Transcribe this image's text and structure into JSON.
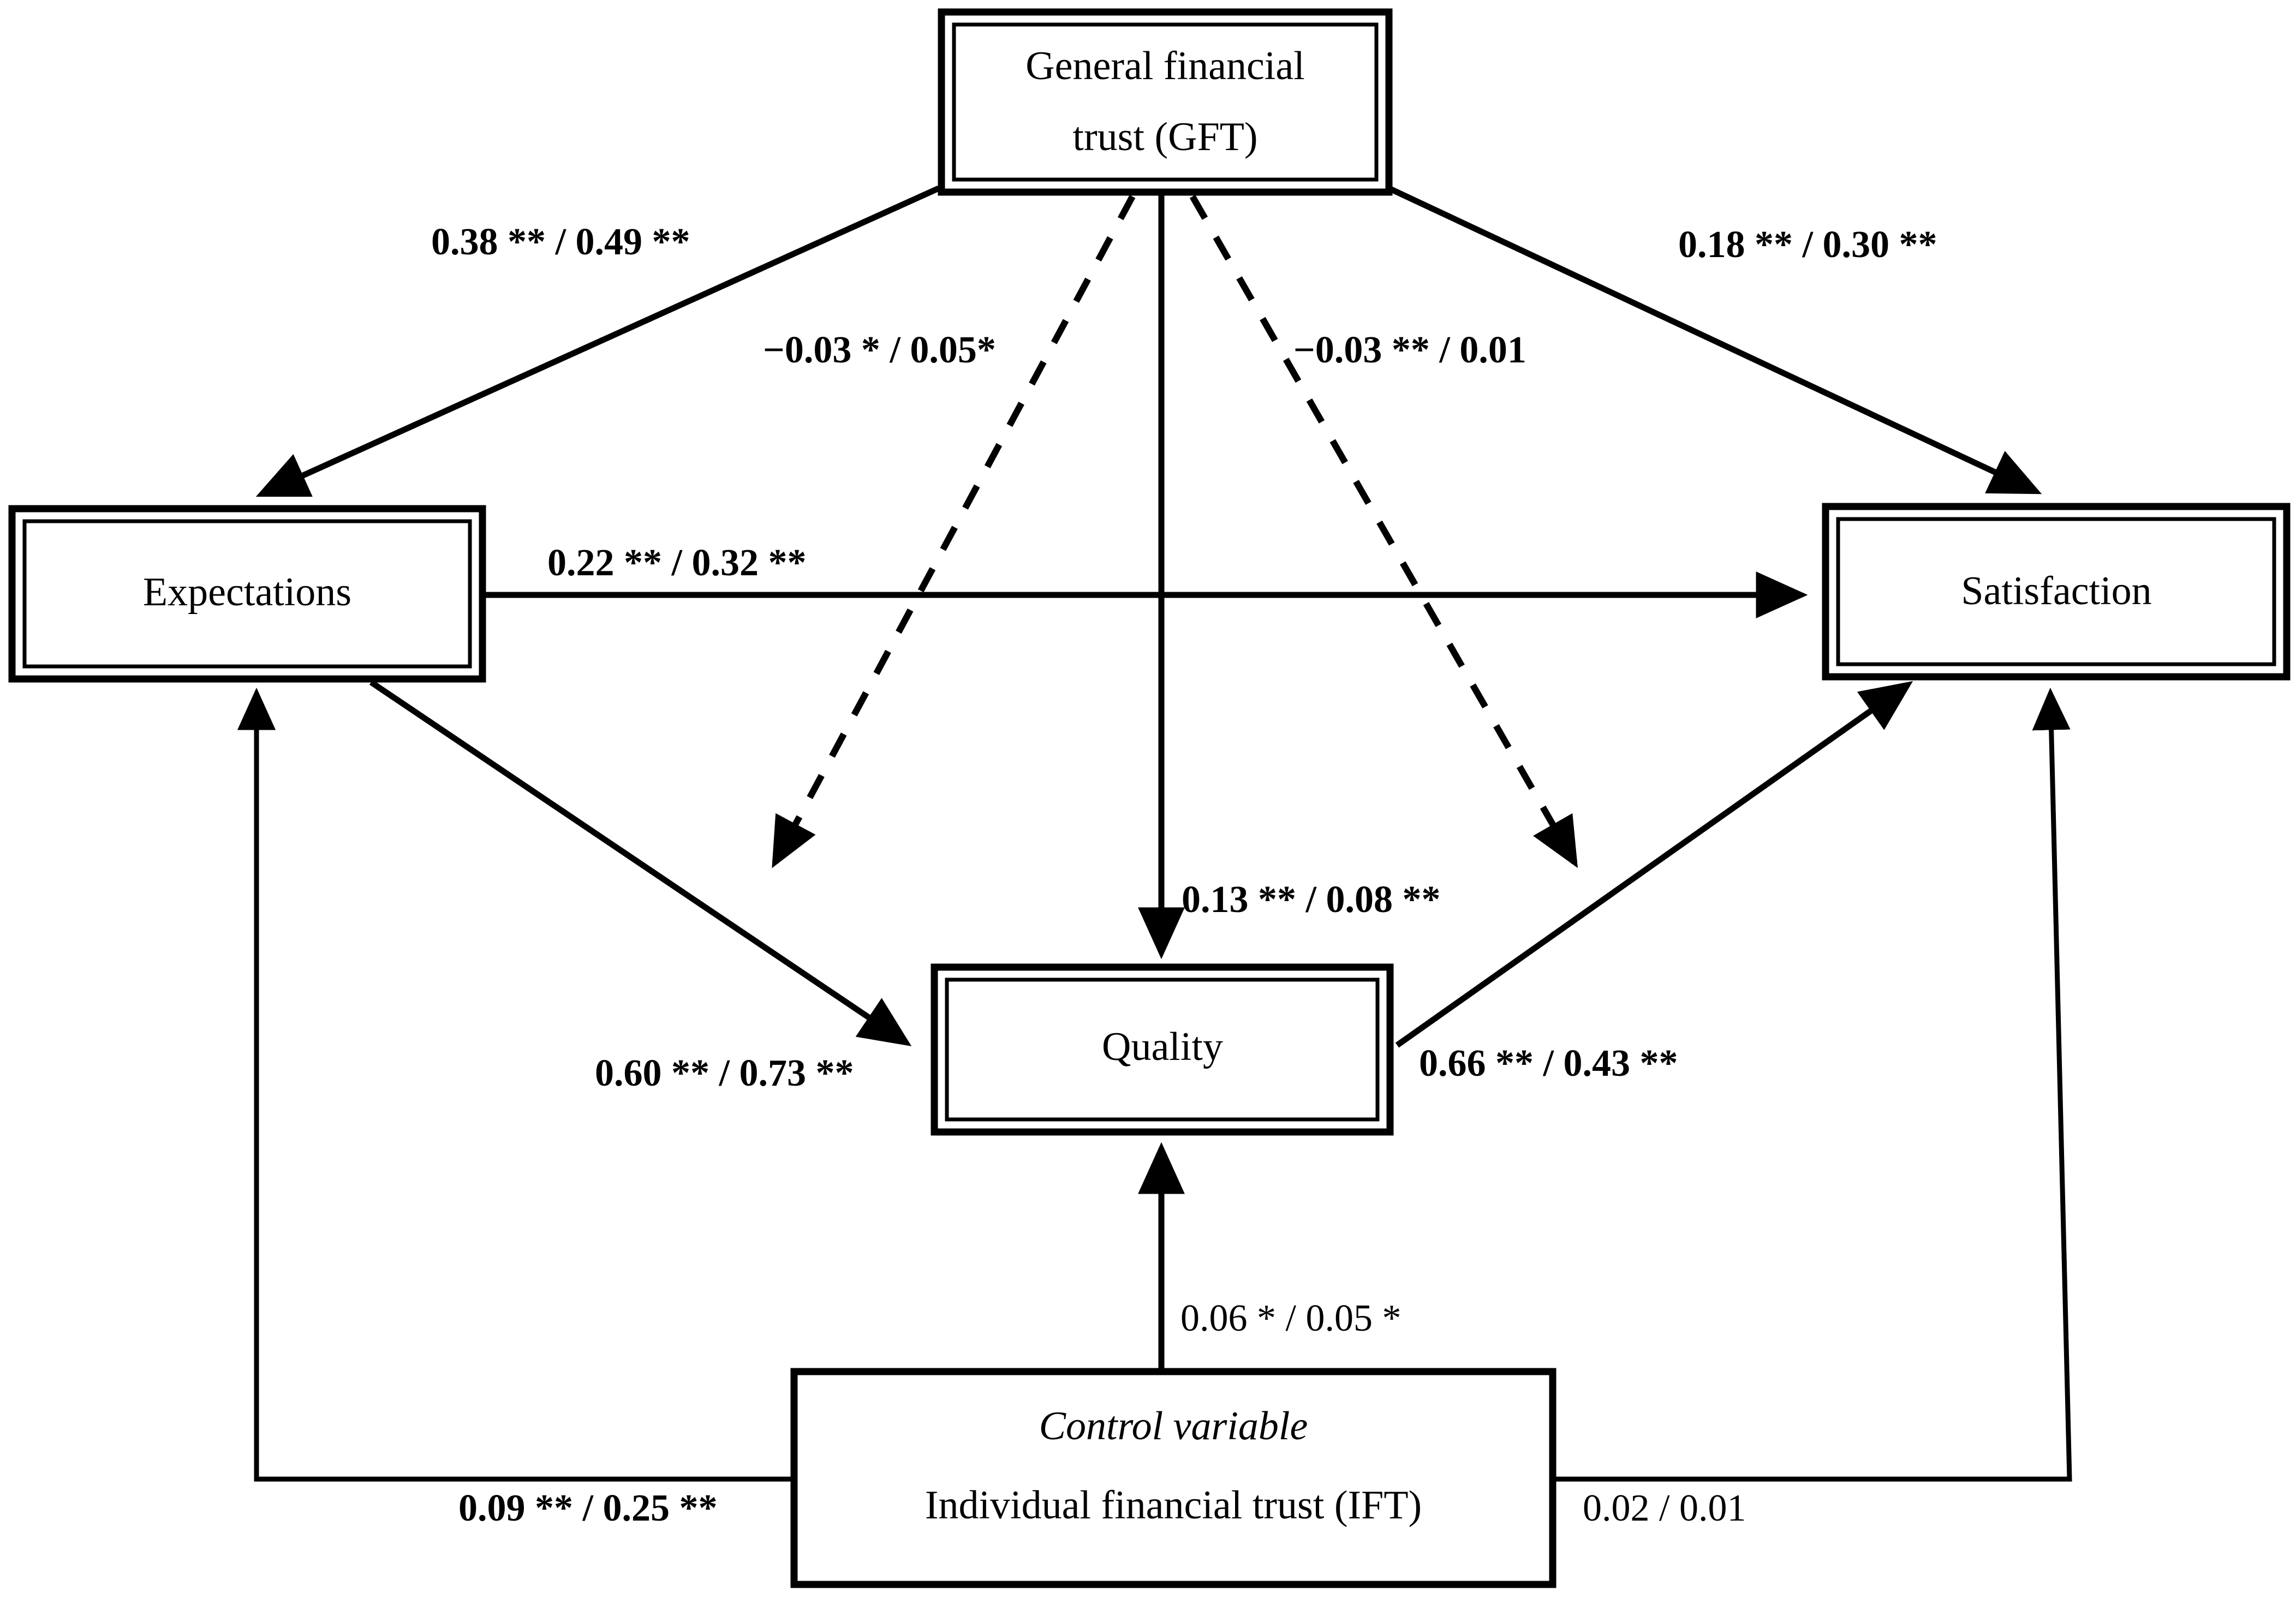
{
  "diagram": {
    "type": "sem-path-diagram",
    "title": "Structural equation model path diagram",
    "nodes": [
      {
        "id": "gft",
        "label_line1": "General financial",
        "label_line2": "trust (GFT)",
        "kind": "latent",
        "border": "double"
      },
      {
        "id": "expectations",
        "label_line1": "Expectations",
        "label_line2": "",
        "kind": "latent",
        "border": "double"
      },
      {
        "id": "satisfaction",
        "label_line1": "Satisfaction",
        "label_line2": "",
        "kind": "latent",
        "border": "double"
      },
      {
        "id": "quality",
        "label_line1": "Quality",
        "label_line2": "",
        "kind": "latent",
        "border": "double"
      },
      {
        "id": "ift",
        "label_line1": "Control variable",
        "label_line2": "Individual financial trust (IFT)",
        "kind": "control",
        "border": "single"
      }
    ],
    "paths": [
      {
        "id": "gft-to-expectations",
        "from": "gft",
        "to": "expectations",
        "style": "solid",
        "label": "0.38 ** / 0.49 **",
        "bold": true
      },
      {
        "id": "gft-to-satisfaction",
        "from": "gft",
        "to": "satisfaction",
        "style": "solid",
        "label": "0.18 ** / 0.30 **",
        "bold": true
      },
      {
        "id": "gft-moderates-expectations-quality",
        "from": "gft",
        "to": "expectations-quality-path",
        "style": "dashed",
        "label": "−0.03 * / 0.05*",
        "bold": true
      },
      {
        "id": "gft-moderates-quality-satisfaction",
        "from": "gft",
        "to": "quality-satisfaction-path",
        "style": "dashed",
        "label": "−0.03 ** / 0.01",
        "bold": true
      },
      {
        "id": "gft-to-quality",
        "from": "gft",
        "to": "quality",
        "style": "solid",
        "label": "0.13 ** / 0.08 **",
        "bold": true
      },
      {
        "id": "expectations-to-satisfaction",
        "from": "expectations",
        "to": "satisfaction",
        "style": "solid",
        "label": "0.22 ** / 0.32 **",
        "bold": true
      },
      {
        "id": "expectations-to-quality",
        "from": "expectations",
        "to": "quality",
        "style": "solid",
        "label": "0.60 ** / 0.73 **",
        "bold": true
      },
      {
        "id": "quality-to-satisfaction",
        "from": "quality",
        "to": "satisfaction",
        "style": "solid",
        "label": "0.66 ** / 0.43 **",
        "bold": true
      },
      {
        "id": "ift-to-quality",
        "from": "ift",
        "to": "quality",
        "style": "solid",
        "label": "0.06 * / 0.05 *",
        "bold": false
      },
      {
        "id": "ift-to-expectations",
        "from": "ift",
        "to": "expectations",
        "style": "solid",
        "label": "0.09 ** / 0.25 **",
        "bold": true
      },
      {
        "id": "ift-to-satisfaction",
        "from": "ift",
        "to": "satisfaction",
        "style": "solid",
        "label": "0.02 / 0.01",
        "bold": false
      }
    ]
  }
}
